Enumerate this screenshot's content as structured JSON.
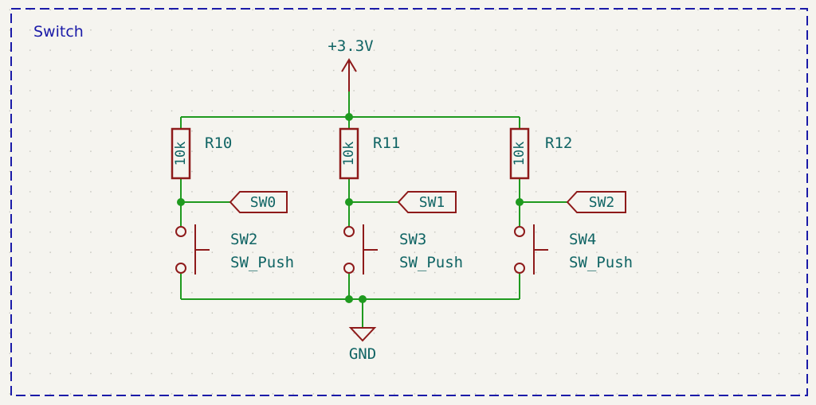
{
  "colors": {
    "background": "#f5f4ef",
    "grid_dot": "#b8b8b0",
    "sheet_border": "#1a1aa8",
    "wire": "#1f9a1f",
    "junction": "#1f9a1f",
    "component": "#8e1a1a",
    "text": "#106464",
    "sheet_title": "#1a1aa8"
  },
  "sheet": {
    "title": "Switch"
  },
  "power": {
    "vcc_label": "+3.3V",
    "gnd_label": "GND"
  },
  "resistors": [
    {
      "ref": "R10",
      "value": "10k"
    },
    {
      "ref": "R11",
      "value": "10k"
    },
    {
      "ref": "R12",
      "value": "10k"
    }
  ],
  "net_labels": [
    "SW0",
    "SW1",
    "SW2"
  ],
  "switches": [
    {
      "ref": "SW2",
      "value": "SW_Push"
    },
    {
      "ref": "SW3",
      "value": "SW_Push"
    },
    {
      "ref": "SW4",
      "value": "SW_Push"
    }
  ]
}
